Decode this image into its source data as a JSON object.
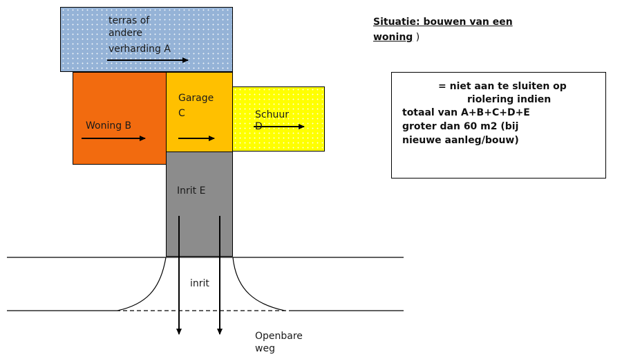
{
  "title": {
    "line1": "Situatie: bouwen van een",
    "line2": "woning",
    "suffix": " )"
  },
  "areas": {
    "a": {
      "line1": "terras of",
      "line2": "andere",
      "line3": "verharding A",
      "color": "#95b3d7"
    },
    "b": {
      "label": "Woning B",
      "color": "#f26b0f"
    },
    "c": {
      "line1": "Garage",
      "line2": "C",
      "color": "#ffc000"
    },
    "d": {
      "line1": "Schuur",
      "line2": "D",
      "color": "#ffff00"
    },
    "e": {
      "label": "Inrit E",
      "color": "#8c8c8c"
    }
  },
  "road": {
    "inrit_label": "inrit",
    "road_line1": "Openbare",
    "road_line2": "weg"
  },
  "legend": {
    "line1": "= niet aan te sluiten op",
    "line2": "riolering indien",
    "line3": "totaal van A+B+C+D+E",
    "line4": "groter dan 60 m2 (bij",
    "line5": "nieuwe aanleg/bouw)"
  }
}
